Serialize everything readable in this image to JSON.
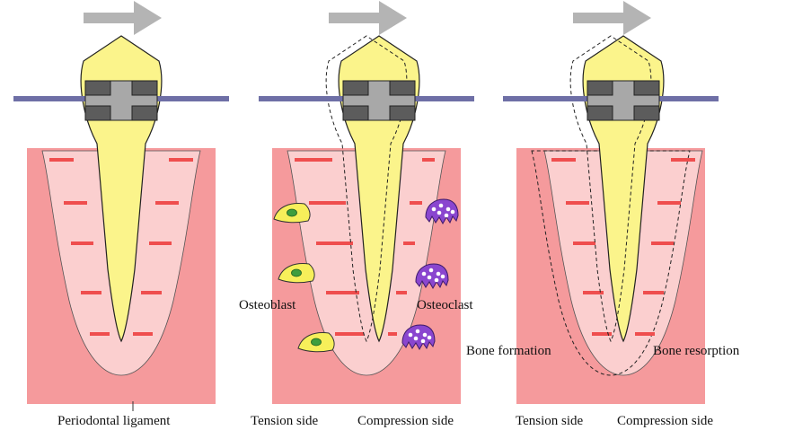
{
  "labels": {
    "periodontal_ligament": "Periodontal ligament",
    "tension_side_1": "Tension side",
    "compression_side_1": "Compression side",
    "tension_side_2": "Tension side",
    "compression_side_2": "Compression side",
    "osteoblast": "Osteoblast",
    "osteoclast": "Osteoclast",
    "bone_formation": "Bone formation",
    "bone_resorption": "Bone resorption"
  },
  "colors": {
    "bone": "#f59a9c",
    "ligament": "#fbcfcf",
    "fiber": "#ef4e4e",
    "tooth": "#fbf48b",
    "tooth_outline": "#222222",
    "wire": "#6e6fa6",
    "bracket_dark": "#5c5c5c",
    "bracket_light": "#a8a8a8",
    "arrow": "#b4b4b4",
    "osteoblast_body": "#f7ef5a",
    "osteoblast_nucleus": "#3e9e3e",
    "osteoclast_body": "#8a46cf",
    "osteoclast_spots": "#ffffff"
  }
}
